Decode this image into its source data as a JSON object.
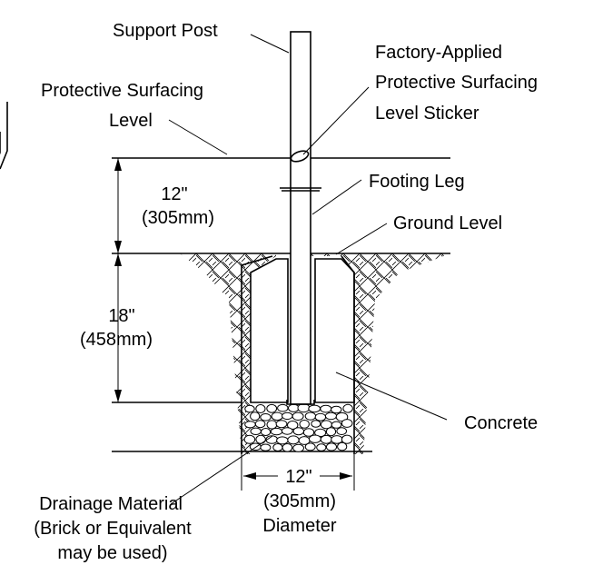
{
  "labels": {
    "support_post": "Support Post",
    "sticker": [
      "Factory-Applied",
      "Protective Surfacing",
      "Level Sticker"
    ],
    "surfacing": [
      "Protective Surfacing",
      "Level"
    ],
    "footing_leg": "Footing Leg",
    "ground_level": "Ground Level",
    "concrete": "Concrete",
    "upper_dim": [
      "12\"",
      "(305mm)"
    ],
    "lower_dim": [
      "18\"",
      "(458mm)"
    ],
    "diameter": [
      "12\"",
      "(305mm)",
      "Diameter"
    ],
    "drainage": [
      "Drainage Material",
      "(Brick or Equivalent",
      "may be used)"
    ]
  },
  "colors": {
    "line": "#000000",
    "background": "#ffffff"
  }
}
